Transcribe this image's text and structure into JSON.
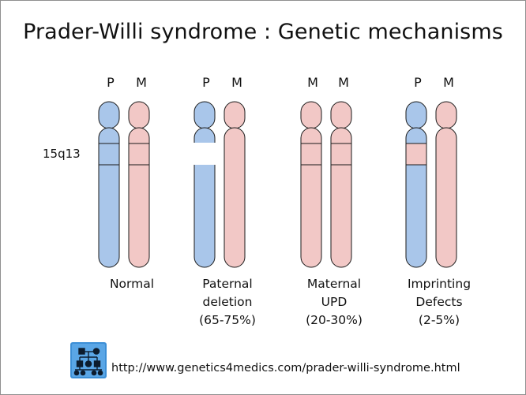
{
  "title": "Prader-Willi syndrome :  Genetic mechanisms",
  "band_label": "15q13",
  "colors": {
    "paternal": "#a9c6ea",
    "maternal": "#f2c8c6",
    "outline": "#1a1a1a"
  },
  "groups": [
    {
      "parents": [
        "P",
        "M"
      ],
      "caption": [
        "Normal"
      ]
    },
    {
      "parents": [
        "P",
        "M"
      ],
      "caption": [
        "Paternal",
        "deletion",
        "(65-75%)"
      ]
    },
    {
      "parents": [
        "M",
        "M"
      ],
      "caption": [
        "Maternal",
        "UPD",
        "(20-30%)"
      ]
    },
    {
      "parents": [
        "P",
        "M"
      ],
      "caption": [
        "Imprinting",
        "Defects",
        "(2-5%)"
      ]
    }
  ],
  "footer": {
    "url": "http://www.genetics4medics.com/prader-willi-syndrome.html",
    "logo_icon": "genetics4medics-pedigree-logo"
  }
}
